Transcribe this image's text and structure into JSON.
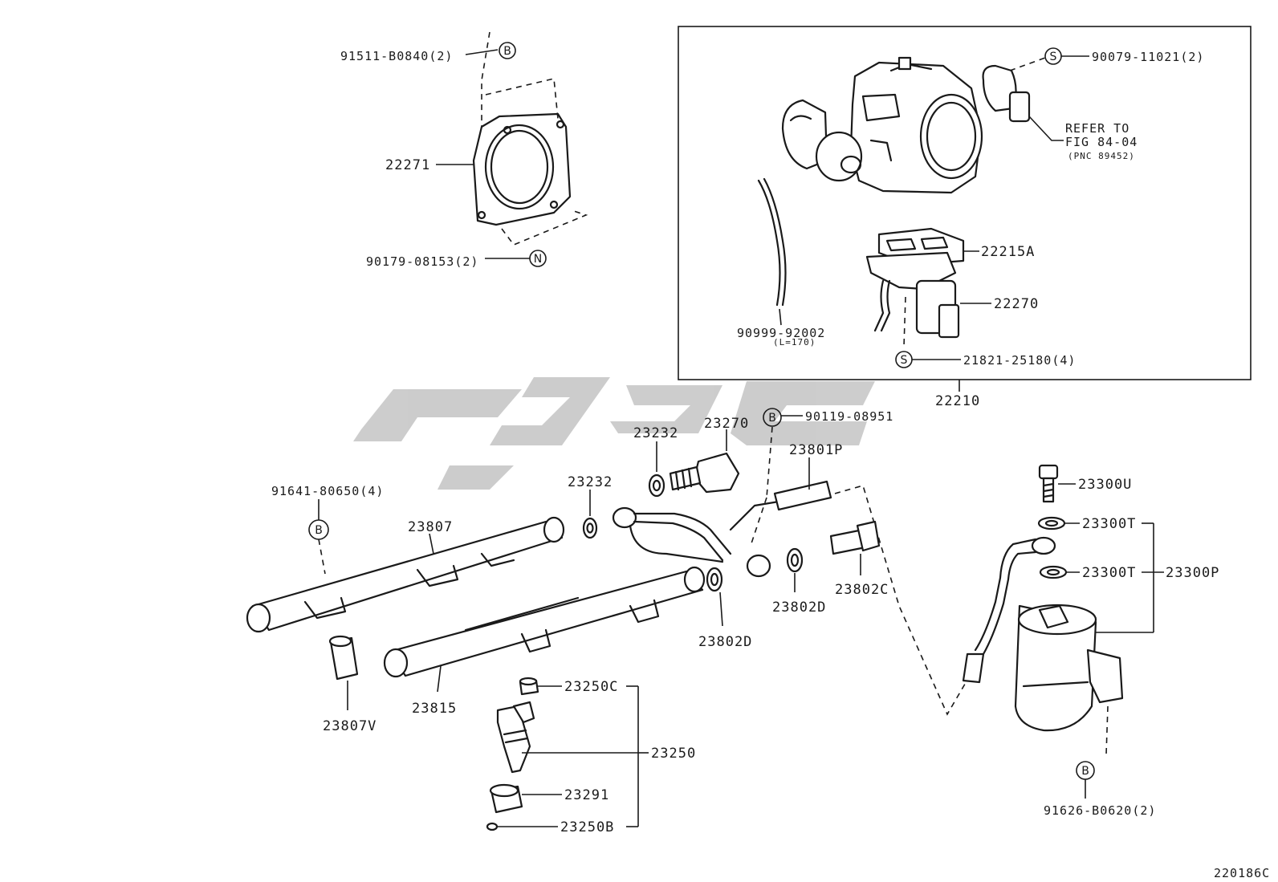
{
  "diagram_code": "220186C",
  "watermark_color": "#c4c4c4",
  "throttle_box": {
    "label": "22210",
    "parts": {
      "screw_right": "90079-11021(2)",
      "refer_line1": "REFER TO",
      "refer_line2": "FIG 84-04",
      "refer_line3": "(PNC 89452)",
      "gasket": "22215A",
      "iac_valve": "22270",
      "hose": "90999-92002",
      "hose_len": "(L=170)",
      "screw_bottom": "21821-25180(4)"
    }
  },
  "gasket_group": {
    "bolt": "91511-B0840(2)",
    "gasket": "22271",
    "nut": "90179-08153(2)"
  },
  "injection": {
    "bolt_rail": "91641-80650(4)",
    "rail_lh": "23807",
    "insulator": "23807V",
    "rail_rh": "23815",
    "gasket_a": "23232",
    "gasket_b": "23232",
    "damper": "23270",
    "damper_bolt": "90119-08951",
    "fuel_pipe": "23801P",
    "washer_c": "23802C",
    "washer_d1": "23802D",
    "washer_d2": "23802D",
    "injector_cap": "23250C",
    "injector": "23250",
    "insulator_291": "23291",
    "oring": "23250B"
  },
  "filter_group": {
    "bolt": "23300U",
    "gasket1": "23300T",
    "gasket2": "23300T",
    "kit": "23300P",
    "mount_bolt": "91626-B0620(2)"
  },
  "markers": {
    "b": "B",
    "n": "N",
    "s": "S"
  }
}
